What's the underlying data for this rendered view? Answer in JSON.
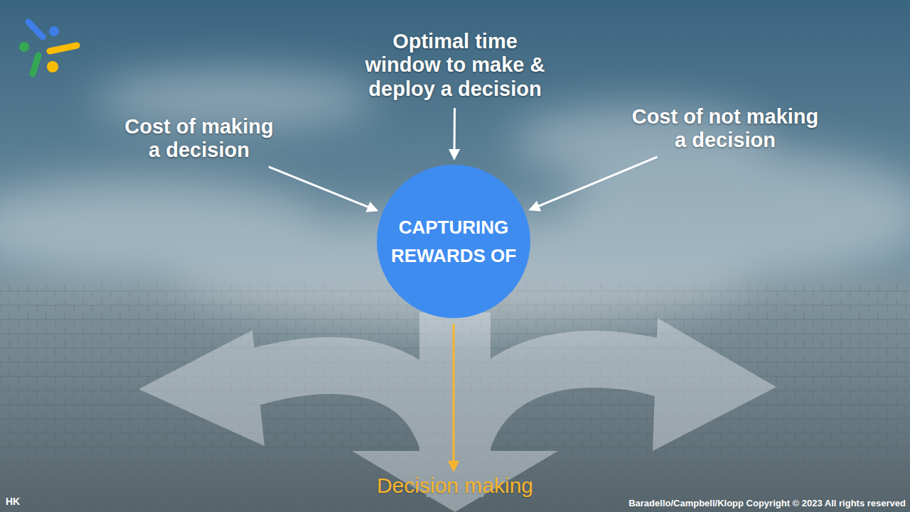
{
  "diagram": {
    "nodes": [
      {
        "text": [
          "Cost of making a decision"
        ]
      },
      {
        "text": [
          "Optimal time window to make & deploy a decision"
        ]
      },
      {
        "text": [
          "Cost of not making a decision"
        ]
      },
      {
        "text": [
          "CAPTURING REWARDS OF"
        ]
      },
      {
        "text": [
          "Decision making"
        ]
      }
    ],
    "edges": [
      {
        "from": 0,
        "to": 3,
        "arrow": "to"
      },
      {
        "from": 1,
        "to": 3,
        "arrow": "to"
      },
      {
        "from": 2,
        "to": 3,
        "arrow": "to"
      },
      {
        "from": 3,
        "to": 4,
        "arrow": "to"
      }
    ],
    "labels": [
      "HK",
      "Baradello/Campbell/Klopp Copyright © 2023 All rights reserved"
    ]
  }
}
